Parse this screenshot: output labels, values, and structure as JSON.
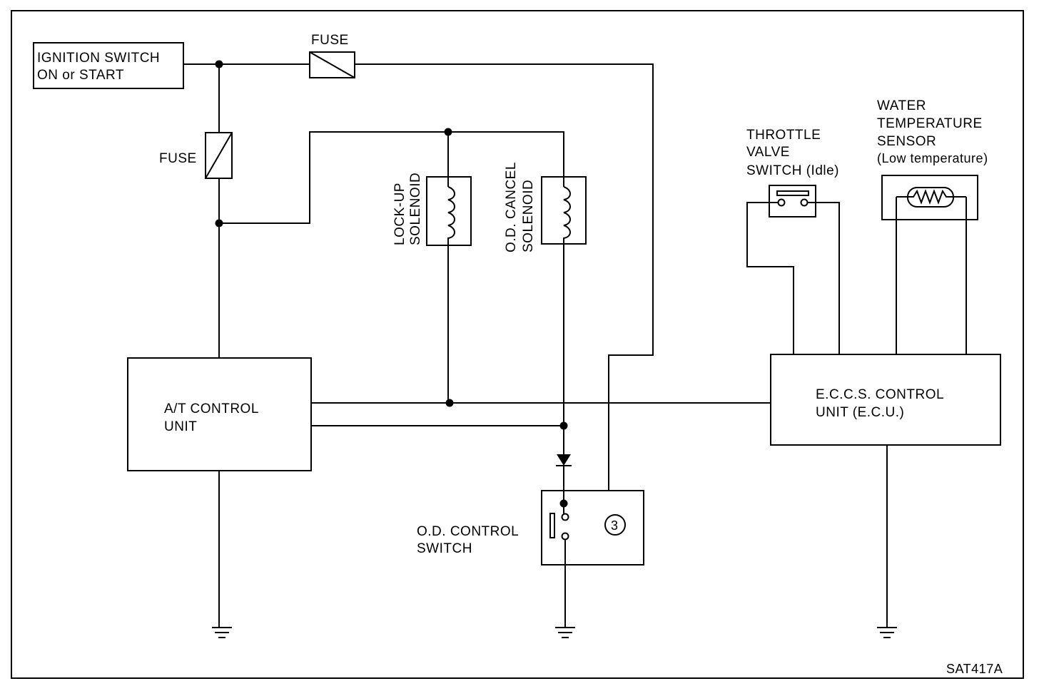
{
  "labels": {
    "ignition_line1": "IGNITION SWITCH",
    "ignition_line2": "ON or START",
    "fuse_top": "FUSE",
    "fuse_left": "FUSE",
    "lockup_line1": "LOCK-UP",
    "lockup_line2": "SOLENOID",
    "odcancel_line1": "O.D. CANCEL",
    "odcancel_line2": "SOLENOID",
    "throttle_line1": "THROTTLE",
    "throttle_line2": "VALVE",
    "throttle_line3": "SWITCH (Idle)",
    "water_line1": "WATER",
    "water_line2": "TEMPERATURE",
    "water_line3": "SENSOR",
    "water_line4": "(Low temperature)",
    "at_line1": "A/T CONTROL",
    "at_line2": "UNIT",
    "eccs_line1": "E.C.C.S. CONTROL",
    "eccs_line2": "UNIT (E.C.U.)",
    "odswitch_line1": "O.D. CONTROL",
    "odswitch_line2": "SWITCH",
    "lamp_symbol": "3",
    "figure_code": "SAT417A"
  }
}
